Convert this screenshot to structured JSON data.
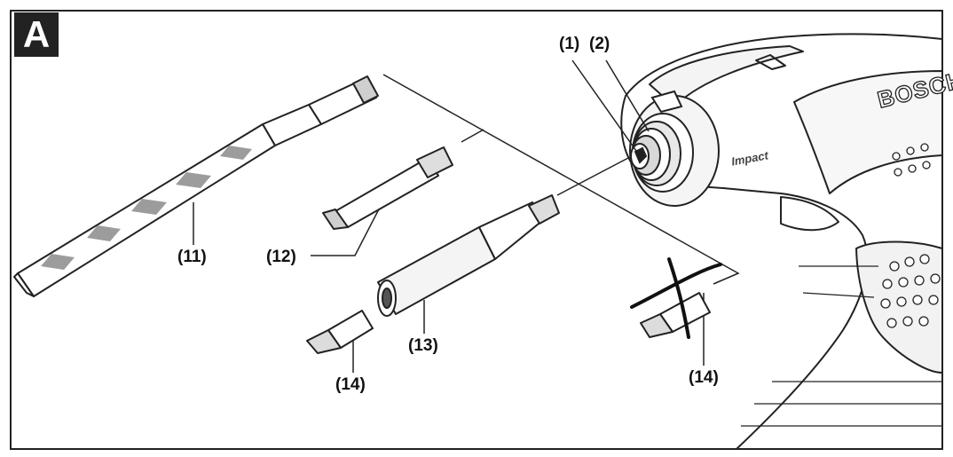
{
  "figure": {
    "panel_label": "A",
    "brand_mark": "BOSCH",
    "product_mark": "Impact"
  },
  "callouts": {
    "c1": "(1)",
    "c2": "(2)",
    "c11": "(11)",
    "c12": "(12)",
    "c13": "(13)",
    "c14_left": "(14)",
    "c14_right": "(14)"
  },
  "parts": [
    {
      "ref": "(1)",
      "item": "tool-holder-sleeve"
    },
    {
      "ref": "(2)",
      "item": "tool-holder"
    },
    {
      "ref": "(11)",
      "item": "drill-bit"
    },
    {
      "ref": "(12)",
      "item": "screwdriver-bit"
    },
    {
      "ref": "(13)",
      "item": "universal-bit-holder"
    },
    {
      "ref": "(14)",
      "item": "short-screwdriver-bit"
    }
  ],
  "colors": {
    "line": "#222222",
    "fill": "#ffffff",
    "shade": "#bdbdbd",
    "panel_label_bg": "#222222"
  }
}
